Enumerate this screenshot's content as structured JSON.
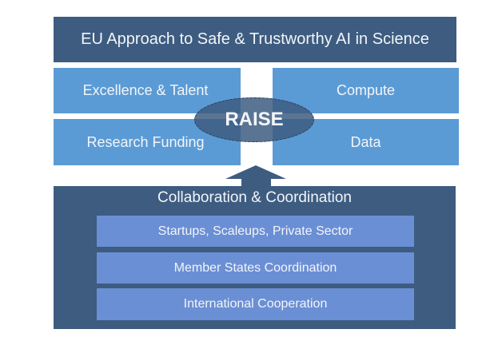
{
  "diagram": {
    "title": "EU Approach to Safe & Trustworthy AI in Science",
    "pillars": [
      {
        "label": "Excellence & Talent",
        "position": "top-left"
      },
      {
        "label": "Compute",
        "position": "top-right"
      },
      {
        "label": "Research Funding",
        "position": "bottom-left"
      },
      {
        "label": "Data",
        "position": "bottom-right"
      }
    ],
    "center": {
      "label": "RAISE"
    },
    "arrow": {
      "direction": "up",
      "from": "Collaboration & Coordination",
      "to": "pillars"
    },
    "foundation": {
      "title": "Collaboration & Coordination",
      "items": [
        {
          "label": "Startups, Scaleups, Private Sector"
        },
        {
          "label": "Member States Coordination"
        },
        {
          "label": "International Cooperation"
        }
      ]
    },
    "colors": {
      "dark_blue": "#3d5c80",
      "light_blue": "#5b9bd5",
      "bar_blue": "#6b8fd4",
      "text": "#f2f5fa",
      "background": "#ffffff"
    }
  }
}
